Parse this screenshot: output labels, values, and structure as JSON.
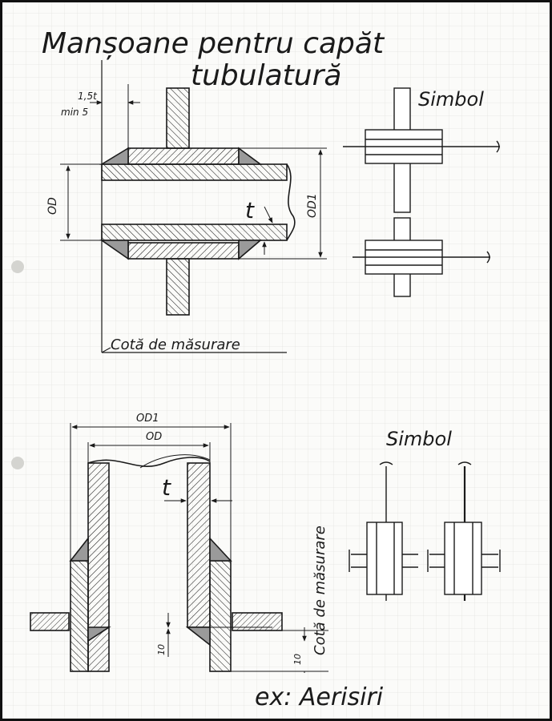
{
  "title": {
    "line1": "Manșoane pentru capăt",
    "line2": "tubulatură"
  },
  "top_drawing": {
    "dim_gap": "1,5t",
    "dim_gap_min": "min 5",
    "dim_inner_diameter": "OD",
    "dim_outer_diameter": "OD1",
    "dim_thickness": "t",
    "measure_label": "Cotă de măsurare"
  },
  "top_symbol": {
    "label": "Simbol"
  },
  "bottom_drawing": {
    "dim_outer_diameter": "OD1",
    "dim_inner_diameter": "OD",
    "dim_thickness": "t",
    "dim_height_a": "10",
    "dim_height_b": "10",
    "measure_label": "Cotă de măsurare"
  },
  "bottom_symbol": {
    "label": "Simbol"
  },
  "example": "ex: Aerisiri",
  "colors": {
    "ink": "#1a1a1a",
    "weld_fill": "#9a9a9a",
    "grid": "#e4e4e0",
    "paper": "#fbfbf9"
  }
}
